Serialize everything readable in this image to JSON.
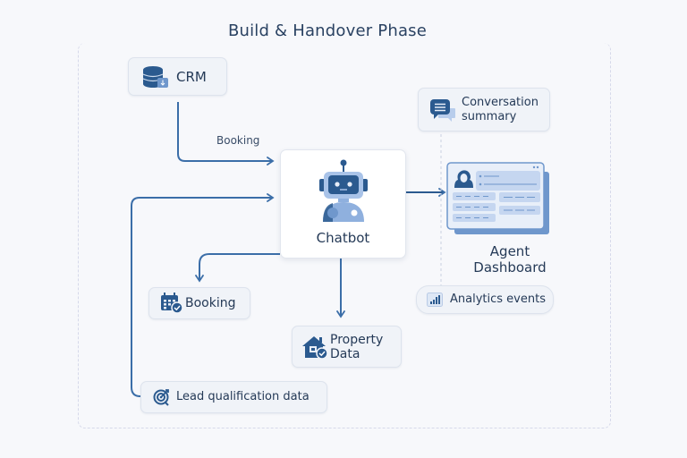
{
  "title": "Build & Handover Phase",
  "nodes": {
    "crm": {
      "label": "CRM",
      "icon": "database-icon"
    },
    "chatbot": {
      "label": "Chatbot",
      "icon": "robot-icon"
    },
    "conversation_summary": {
      "label_line1": "Conversation",
      "label_line2": "summary",
      "icon": "chat-bubbles-icon"
    },
    "agent_dashboard": {
      "label_line1": "Agent",
      "label_line2": "Dashboard",
      "icon": "dashboard-icon"
    },
    "analytics_events": {
      "label": "Analytics events",
      "icon": "bar-chart-icon"
    },
    "booking": {
      "label": "Booking",
      "icon": "calendar-check-icon"
    },
    "property_data": {
      "label_line1": "Property",
      "label_line2": "Data",
      "icon": "house-check-icon"
    },
    "lead_qualification": {
      "label": "Lead qualification data",
      "icon": "target-icon"
    }
  },
  "edges": {
    "crm_to_chatbot_label": "Booking"
  },
  "colors": {
    "primary": "#2b5a8f",
    "accent": "#8fb0de",
    "light": "#c5d6f0",
    "wire": "#3b6ea8"
  }
}
